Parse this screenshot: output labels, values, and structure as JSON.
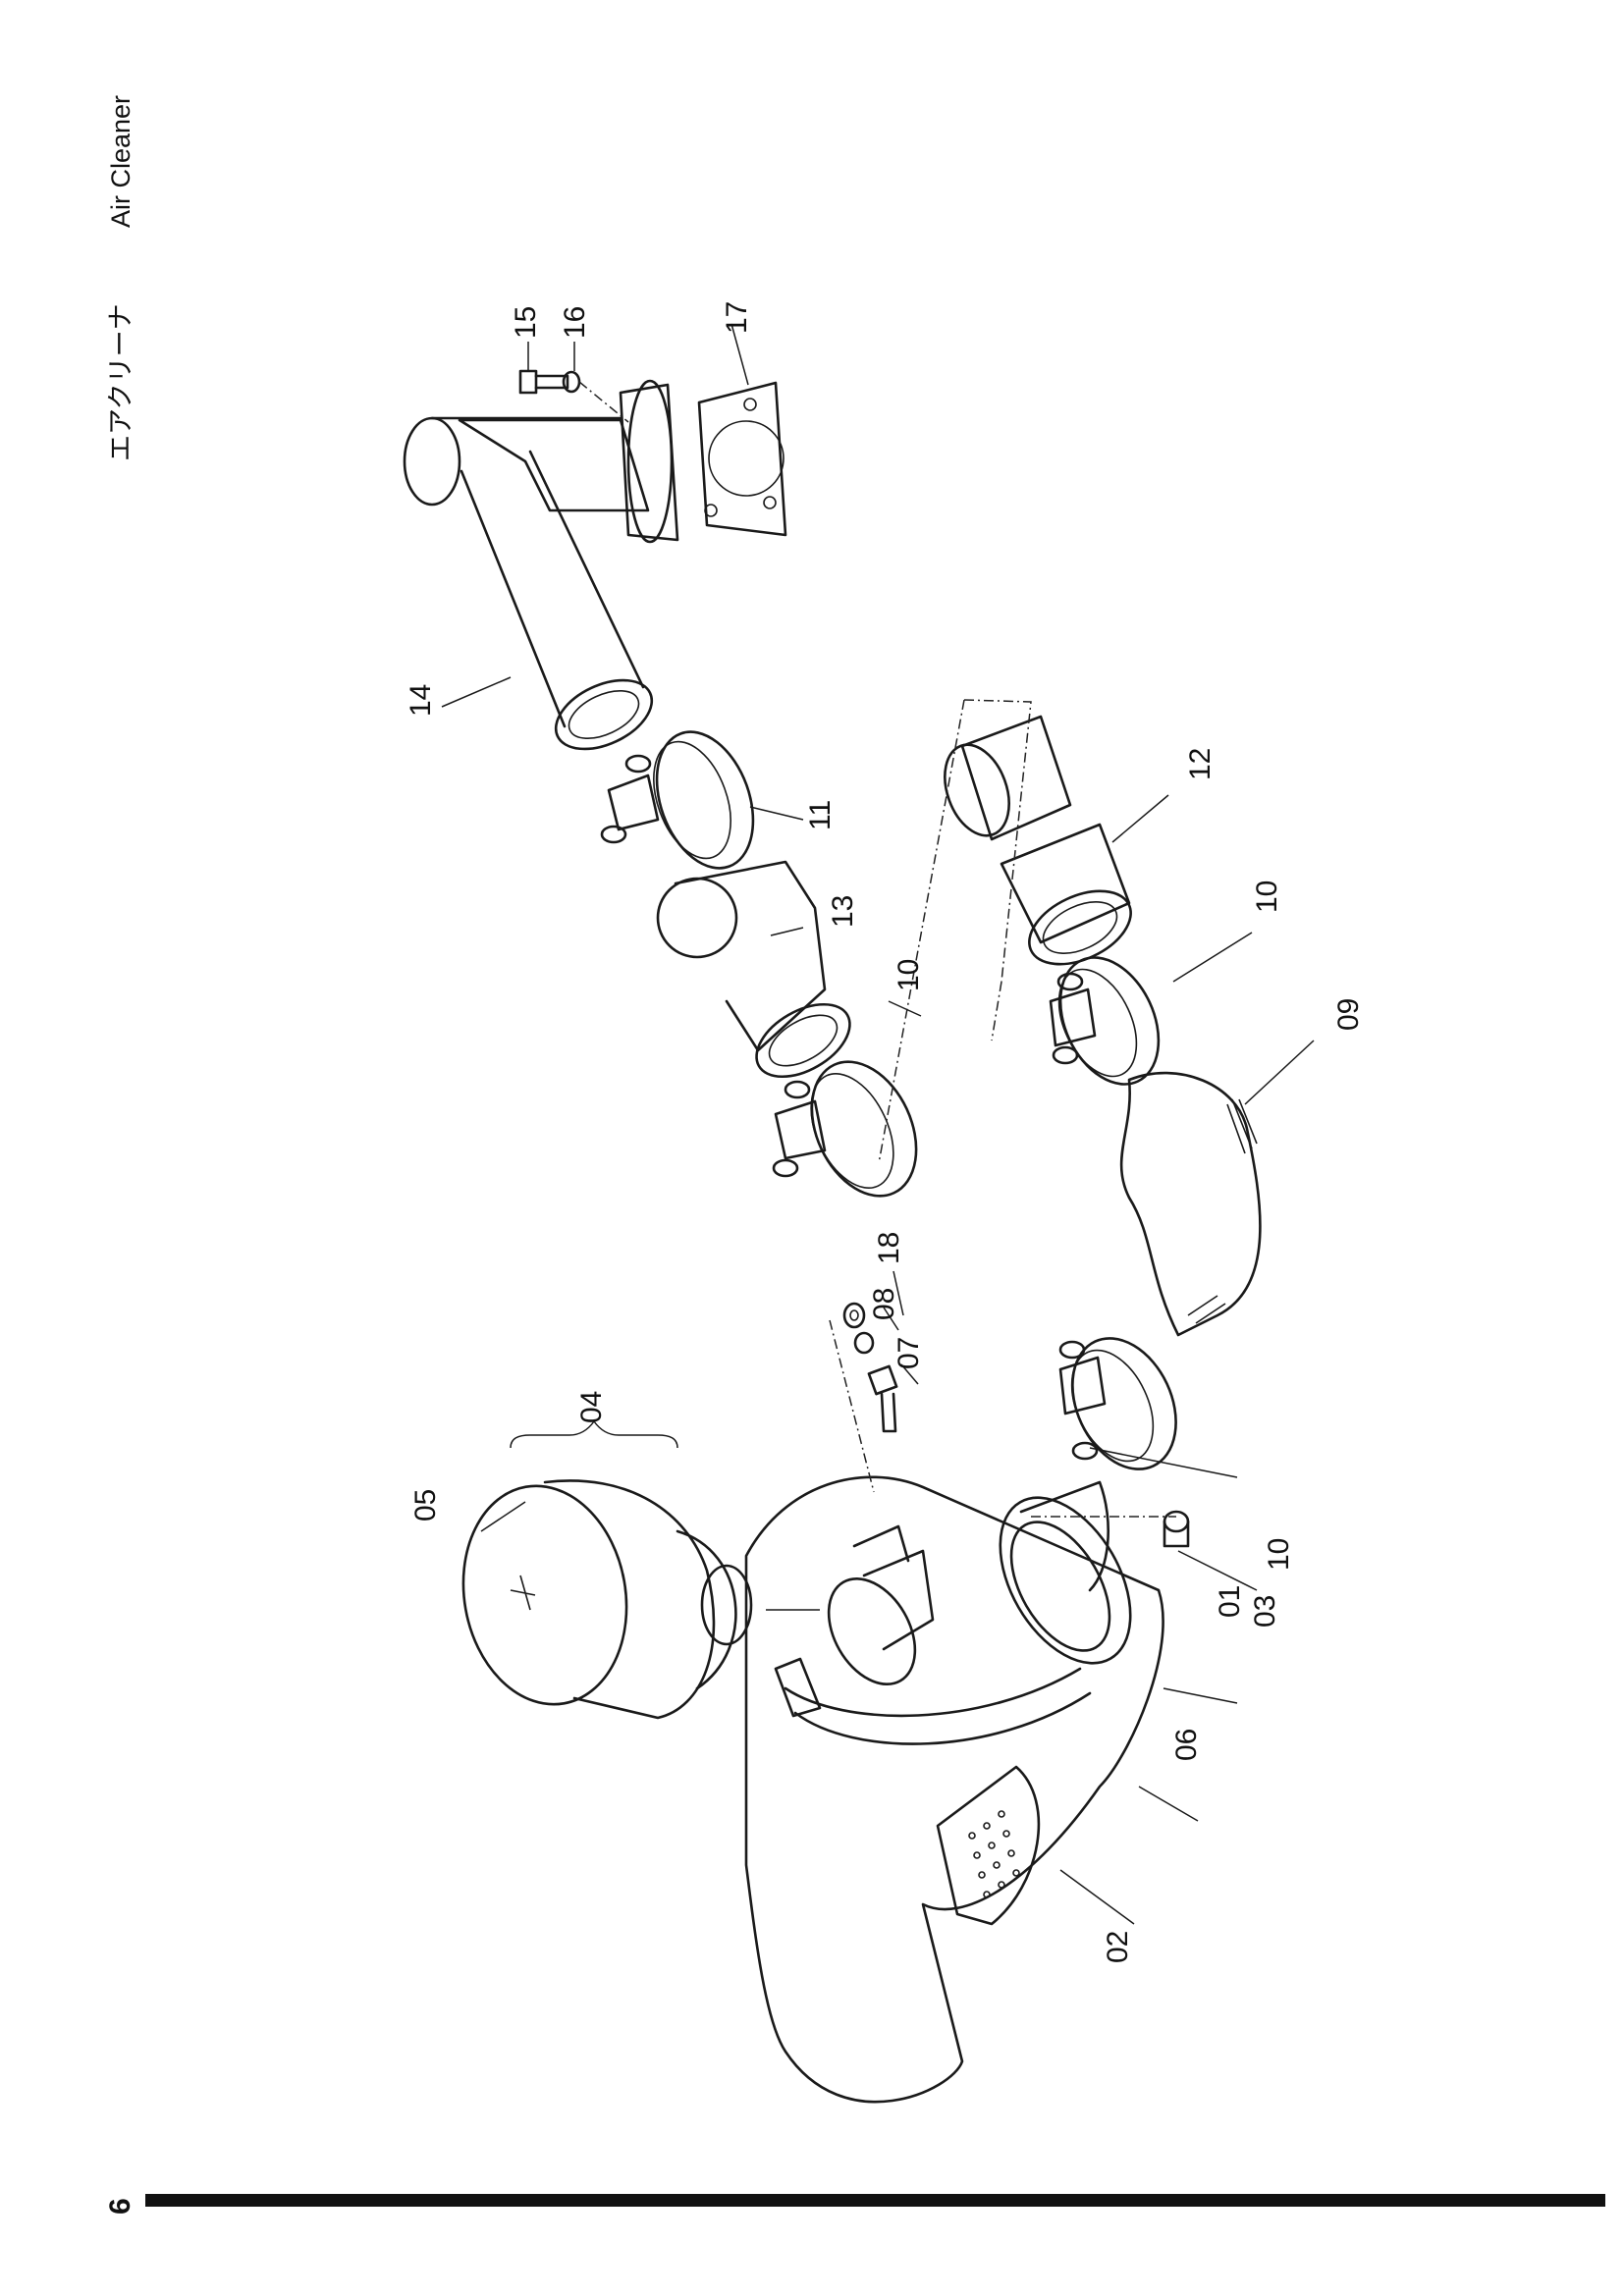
{
  "header": {
    "title_en": "Air Cleaner",
    "title_jp": "エアクリーナ"
  },
  "footer": {
    "page_number": "6"
  },
  "callouts": {
    "c01": "01",
    "c02": "02",
    "c03": "03",
    "c04": "04",
    "c05": "05",
    "c06": "06",
    "c07": "07",
    "c08": "08",
    "c09": "09",
    "c10a": "10",
    "c10b": "10",
    "c10c": "10",
    "c11": "11",
    "c12": "12",
    "c13": "13",
    "c14": "14",
    "c15": "15",
    "c16": "16",
    "c17": "17",
    "c18": "18"
  }
}
